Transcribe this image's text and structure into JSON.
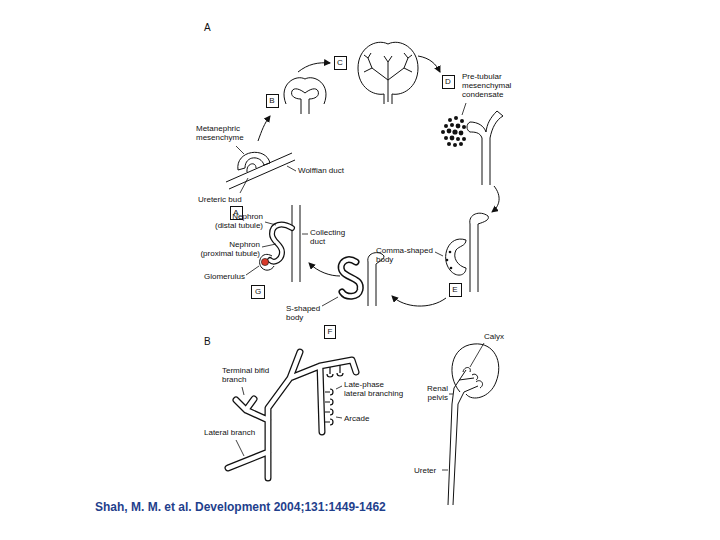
{
  "diagram": {
    "caption": "Shah, M. M. et al. Development 2004;131:1449-1462",
    "nodes": [
      {
        "text": [
          "A"
        ]
      },
      {
        "text": [
          "B"
        ]
      },
      {
        "text": [
          "C"
        ]
      },
      {
        "text": [
          "D"
        ]
      },
      {
        "text": [
          "E"
        ]
      },
      {
        "text": [
          "F"
        ]
      },
      {
        "text": [
          "G"
        ]
      }
    ],
    "labels": [
      "A",
      "Metanephric mesenchyme",
      "Wolffian duct",
      "Ureteric bud",
      "Pre-tubular mesenchymal condensate",
      "Comma-shaped body",
      "S-shaped body",
      "Nephron (distal tubule)",
      "Nephron (proximal tubule)",
      "Glomerulus",
      "Collecting duct",
      "B",
      "Terminal bifid branch",
      "Lateral branch",
      "Late-phase lateral branching",
      "Arcade",
      "Calyx",
      "Renal pelvis",
      "Ureter"
    ]
  }
}
